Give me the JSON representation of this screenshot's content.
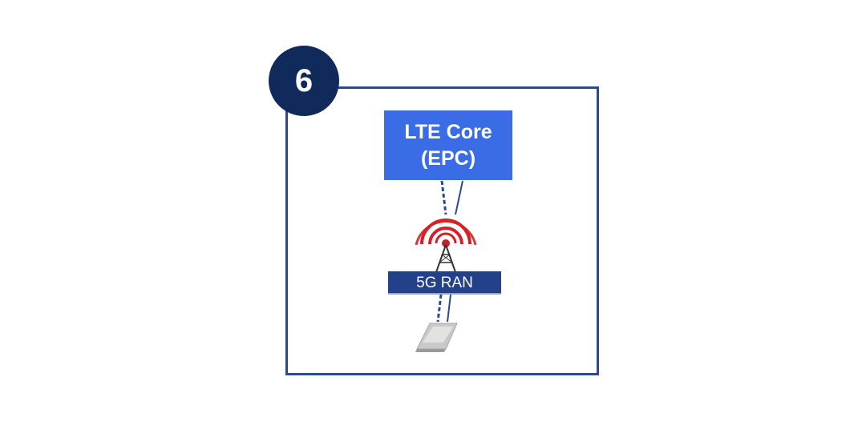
{
  "badge": {
    "number": "6"
  },
  "core": {
    "line1": "LTE Core",
    "line2": "(EPC)"
  },
  "ran": {
    "label": "5G RAN"
  },
  "icons": {
    "tower": "cell-tower-icon",
    "device": "mobile-device-icon"
  },
  "colors": {
    "frame": "#2d4a86",
    "badge": "#102a5c",
    "core": "#3a6ce6",
    "ran": "#23418a",
    "signal": "#d42027",
    "device": "#c9c9c9"
  }
}
